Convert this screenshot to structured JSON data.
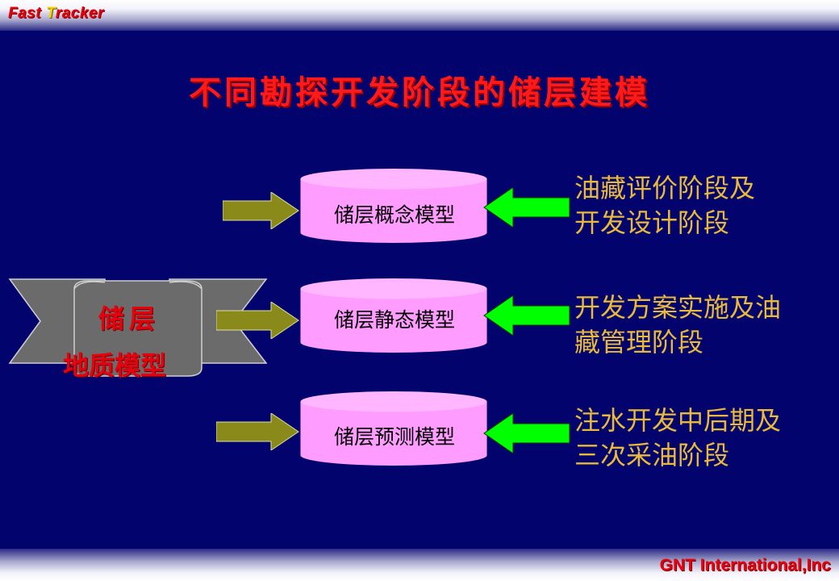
{
  "header": {
    "brand_part1": "Fast",
    "brand_t": "T",
    "brand_part2": "racker"
  },
  "footer": {
    "brand": "GNT International,Inc"
  },
  "slide": {
    "title": "不同勘探开发阶段的储层建模",
    "source": {
      "line1": "储层",
      "line2": "地质模型"
    },
    "models": [
      {
        "label": "储层概念模型",
        "stage_line1": "油藏评价阶段及",
        "stage_line2": "开发设计阶段"
      },
      {
        "label": "储层静态模型",
        "stage_line1": "开发方案实施及油",
        "stage_line2": "藏管理阶段"
      },
      {
        "label": "储层预测模型",
        "stage_line1": "注水开发中后期及",
        "stage_line2": "三次采油阶段"
      }
    ]
  },
  "colors": {
    "background": "#03036e",
    "title": "#ff1a1a",
    "cylinder": "#ff9cff",
    "olive_arrow": "#8a8a1a",
    "green_arrow": "#00ff00",
    "stage_text": "#e9b93a",
    "scroll": "#6b6b6b"
  }
}
